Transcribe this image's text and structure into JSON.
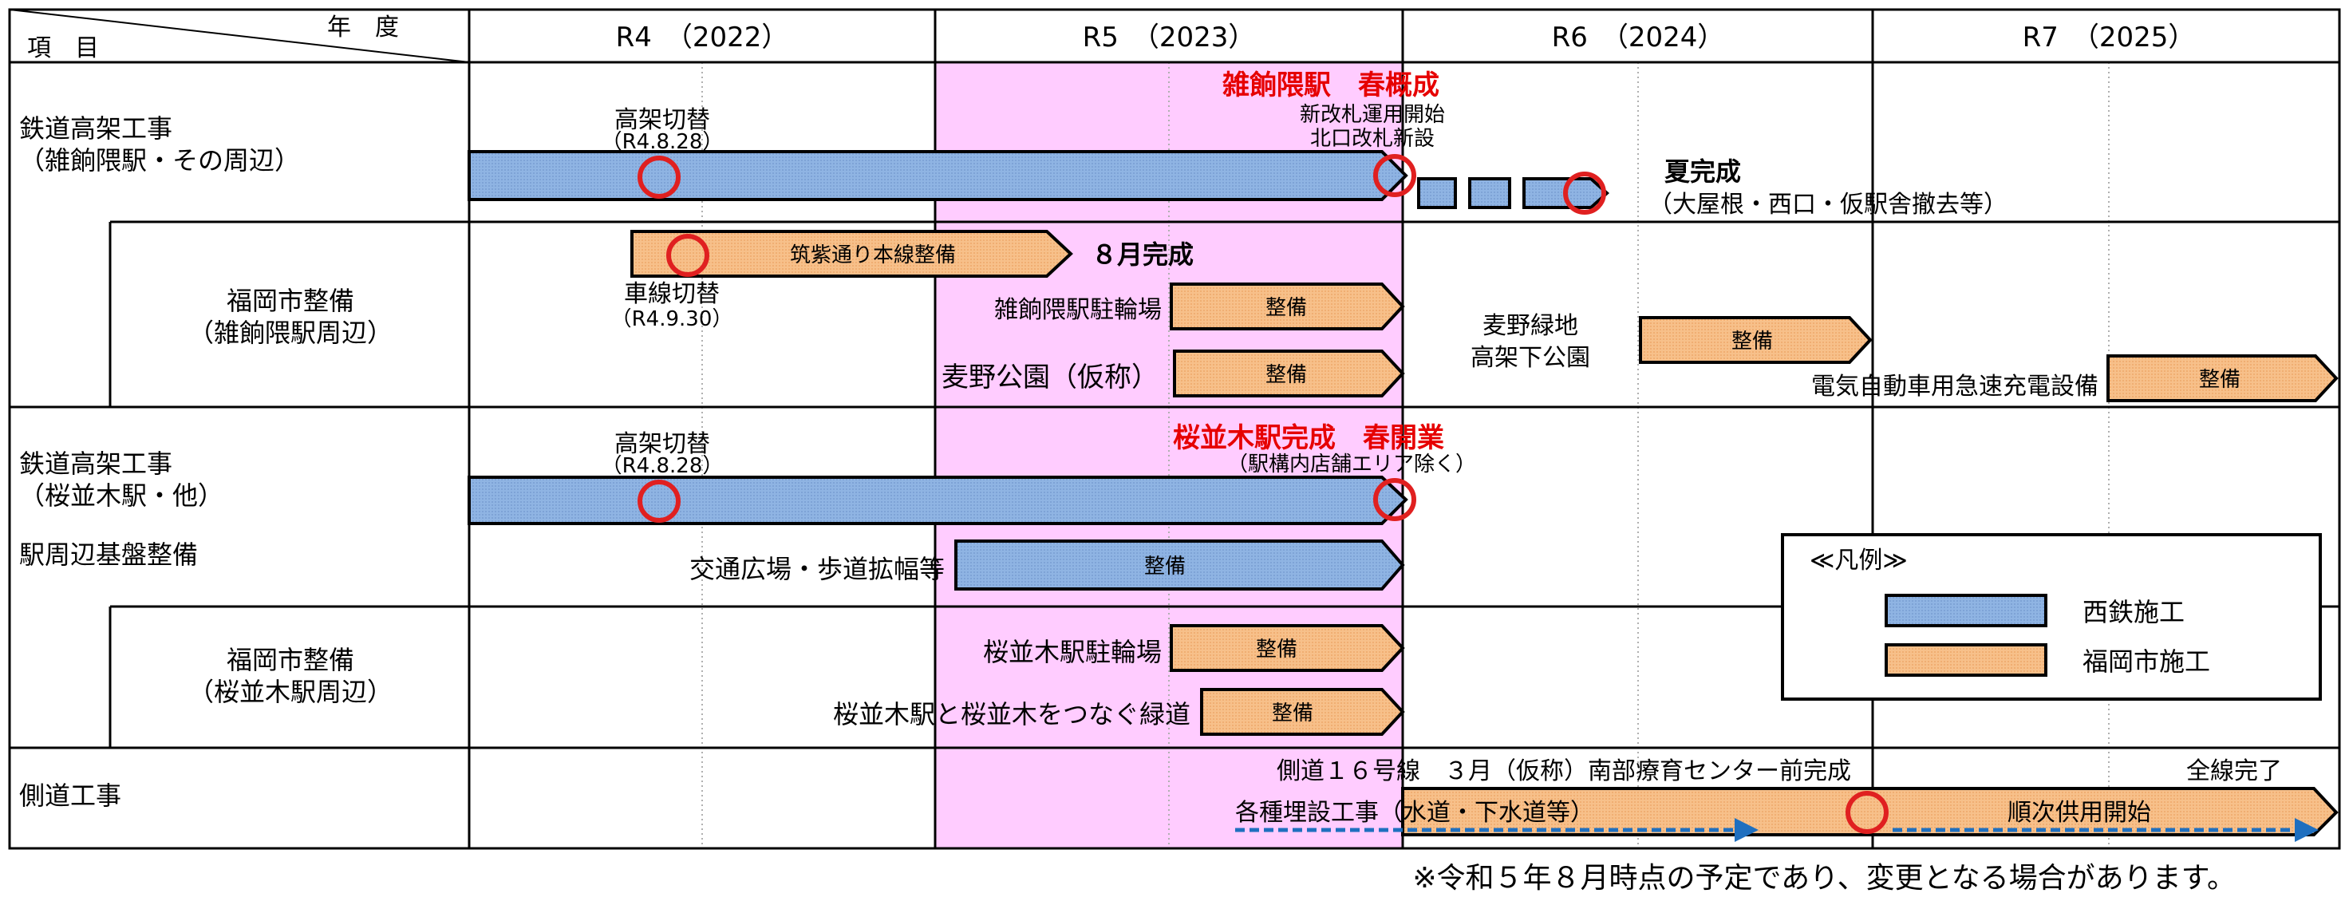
{
  "header": {
    "corner_year": "年　度",
    "corner_item": "項　目",
    "years": [
      {
        "label": "R4　（2022）"
      },
      {
        "label": "R5　（2023）"
      },
      {
        "label": "R6　（2024）"
      },
      {
        "label": "R7　（2025）"
      }
    ]
  },
  "rows": {
    "zasshonokuma_rail": {
      "line1": "鉄道高架工事",
      "line2": "（雑餉隈駅・その周辺）"
    },
    "zasshonokuma_city": {
      "line1": "福岡市整備",
      "line2": "（雑餉隈駅周辺）"
    },
    "sakuranamiki_rail": {
      "line1": "鉄道高架工事",
      "line2": "（桜並木駅・他）",
      "line3": "駅周辺基盤整備"
    },
    "sakuranamiki_city": {
      "line1": "福岡市整備",
      "line2": "（桜並木駅周辺）"
    },
    "sideroad": {
      "line1": "側道工事"
    }
  },
  "labels": {
    "switch1_a": "高架切替",
    "switch1_b": "（R4.8.28）",
    "zassho_spring_done": "雑餉隈駅　春概成",
    "new_gate_1": "新改札運用開始",
    "new_gate_2": "北口改札新設",
    "summer_done": "夏完成",
    "summer_done_detail": "（大屋根・西口・仮駅舎撤去等）",
    "chikushi_bar": "筑紫通り本線整備",
    "aug_done": "８月完成",
    "lane_switch_a": "車線切替",
    "lane_switch_b": "（R4.9.30）",
    "zassho_bike": "雑餉隈駅駐輪場",
    "mugino_park": "麦野公園（仮称）",
    "mugino_green_1": "麦野緑地",
    "mugino_green_2": "高架下公園",
    "ev_charging": "電気自動車用急速充電設備",
    "seibi": "整備",
    "switch2_a": "高架切替",
    "switch2_b": "（R4.8.28）",
    "sakura_done": "桜並木駅完成　春開業",
    "sakura_done_note": "（駅構内店舗エリア除く）",
    "plaza": "交通広場・歩道拡幅等",
    "sakura_bike": "桜並木駅駐輪場",
    "green_path": "桜並木駅と桜並木をつなぐ緑道",
    "sideroad_top": "側道１６号線　３月（仮称）南部療育センター前完成",
    "all_done": "全線完了",
    "utility": "各種埋設工事（水道・下水道等）",
    "sequential": "順次供用開始",
    "footnote": "※令和５年８月時点の予定であり、変更となる場合があります。"
  },
  "legend": {
    "title": "≪凡例≫",
    "nishitetsu": "西鉄施工",
    "fukuoka": "福岡市施工"
  },
  "colors": {
    "nishitetsu_fill": "#8fb4e3",
    "fukuoka_fill": "#f7c08a",
    "highlight_period": "#ffccff",
    "milestone_ring": "#e02020",
    "red_text": "#e60000",
    "dashed_arrow": "#1f6fbf"
  }
}
